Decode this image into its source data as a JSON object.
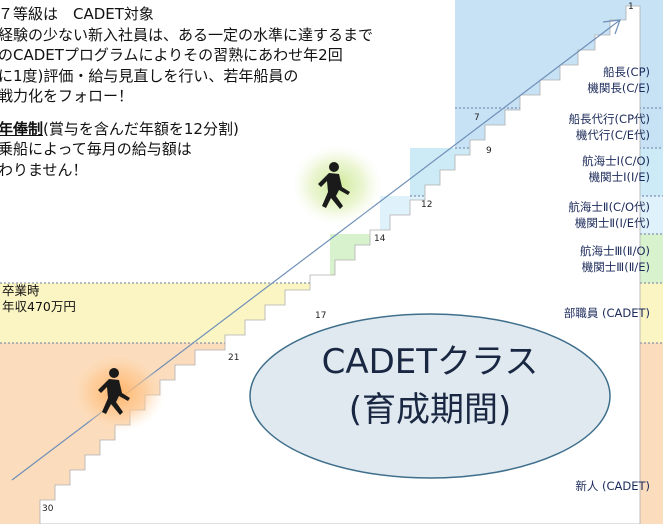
{
  "intro": {
    "line1": "７等級は　CADET対象",
    "line2": "経験の少ない新入社員は、ある一定の水準に達するまで",
    "line3": "のCADETプログラムによりその習熟にあわせ年2回",
    "line4": "に1度)評価・給与見直しを行い、若年船員の",
    "line5": "戦力化をフォロー！",
    "nenpo_bold": "年俸制",
    "nenpo_rest": "(賞与を含んだ年額を12分割)",
    "line7": "乗船によって毎月の給与額は",
    "line8": "わりません！"
  },
  "graduate": {
    "line1": "卒業時",
    "line2": "年収470万円"
  },
  "grades": [
    {
      "id": "captain",
      "line1": "船長(CP)",
      "line2": "機関長(C/E)",
      "color": "#c6e2f4"
    },
    {
      "id": "deputy",
      "line1": "船長代行(CP代)",
      "line2": "機代行(C/E代)",
      "color": "#c6e2f4"
    },
    {
      "id": "officer1",
      "line1": "航海士Ⅰ(C/O)",
      "line2": "機関士Ⅰ(Ⅰ/E)",
      "color": "#cdebf6"
    },
    {
      "id": "officer2",
      "line1": "航海士Ⅱ(C/O代)",
      "line2": "機関士Ⅱ(Ⅰ/E代)",
      "color": "#dff2fb"
    },
    {
      "id": "officer3",
      "line1": "航海士Ⅲ(Ⅱ/O)",
      "line2": "機関士Ⅲ(Ⅱ/E)",
      "color": "#d9f2ce"
    },
    {
      "id": "crew",
      "line1": "部職員 (CADET)",
      "line2": "",
      "color": "#fbf5c4"
    },
    {
      "id": "newcomer",
      "line1": "新人 (CADET)",
      "line2": "",
      "color": "#fbdcbc"
    }
  ],
  "step_numbers": [
    "1",
    "7",
    "9",
    "12",
    "14",
    "17",
    "21",
    "30"
  ],
  "cadet_title_line1": "CADETクラス",
  "cadet_title_line2": "(育成期間)"
}
